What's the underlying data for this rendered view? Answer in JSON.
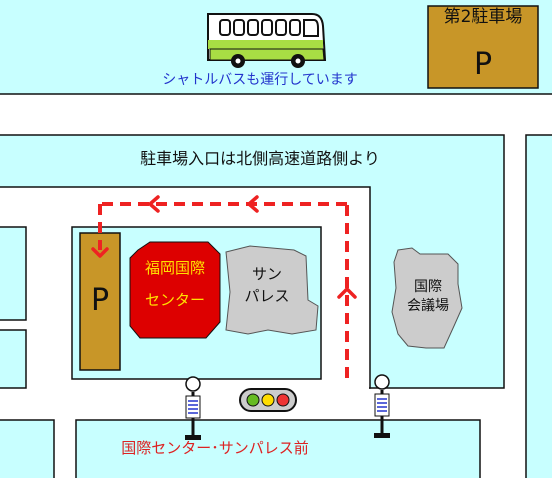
{
  "labels": {
    "shuttle_bus": "シャトルバスも運行しています",
    "parking2_name": "第2駐車場",
    "parking2_symbol": "P",
    "entrance_note": "駐車場入口は北側高速道路側より",
    "parking_symbol": "P",
    "center_line1": "福岡国際",
    "center_line2": "センター",
    "sunpalace_line1": "サン",
    "sunpalace_line2": "パレス",
    "kaigijo_line1": "国際",
    "kaigijo_line2": "会議場",
    "bus_stop": "国際センター･サンパレス前"
  },
  "icons": [
    "bus-icon",
    "traffic-light-icon",
    "bus-stop-sign-icon"
  ],
  "colors": {
    "block": "#c8ffff",
    "road": "#ffffff",
    "parking": "#c89628",
    "center": "#dd0000",
    "building": "#cccccc",
    "route": "#ee2222",
    "bus_green": "#a8dd44",
    "text_blue": "#2233cc",
    "text_red": "#dd2222"
  }
}
